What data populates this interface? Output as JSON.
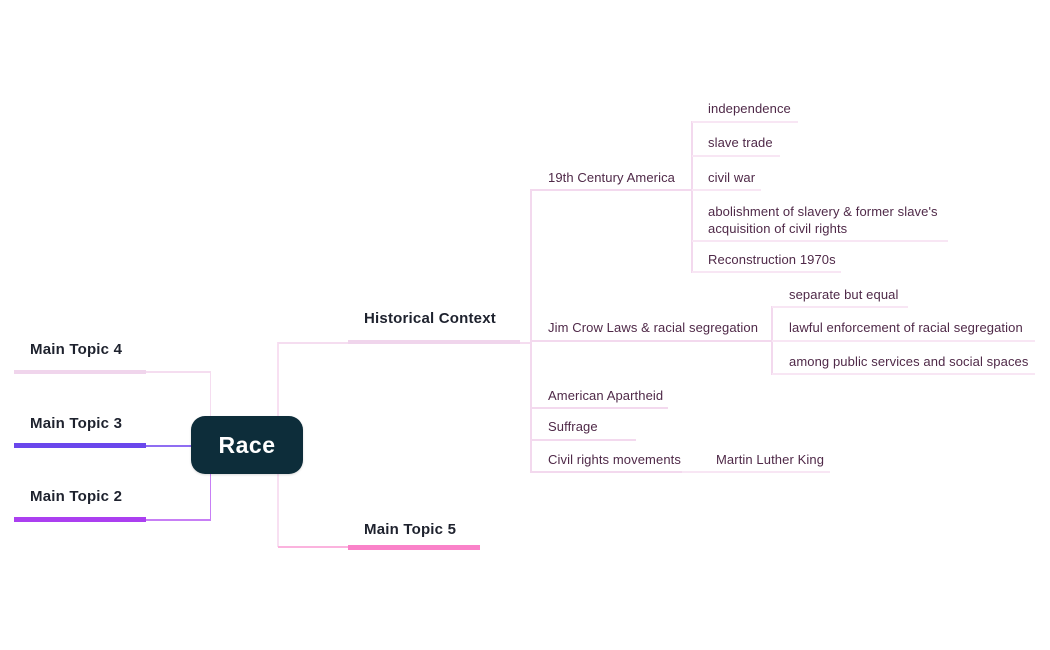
{
  "tree": {
    "label": "Race",
    "children": [
      {
        "label": "Historical Context",
        "children": [
          {
            "label": "19th Century America",
            "children": [
              {
                "label": "independence"
              },
              {
                "label": "slave trade"
              },
              {
                "label": "civil war"
              },
              {
                "label": "abolishment of slavery & former slave's acquisition of civil rights"
              },
              {
                "label": "Reconstruction 1970s"
              }
            ]
          },
          {
            "label": "Jim Crow Laws & racial segregation",
            "children": [
              {
                "label": "separate but equal"
              },
              {
                "label": "lawful enforcement of racial segregation"
              },
              {
                "label": "among public services and social spaces"
              }
            ]
          },
          {
            "label": "American Apartheid"
          },
          {
            "label": "Suffrage"
          },
          {
            "label": "Civil rights movements",
            "children": [
              {
                "label": "Martin Luther King"
              }
            ]
          }
        ]
      },
      {
        "label": "Main Topic 5"
      },
      {
        "label": "Main Topic 4"
      },
      {
        "label": "Main Topic 3"
      },
      {
        "label": "Main Topic 2"
      }
    ]
  },
  "colors": {
    "root_bg": "#0d2d3a",
    "root_text": "#ffffff",
    "topic_text": "#1e222e",
    "subtopic_text": "#4f2948",
    "pink_bar": "#f0d5ec",
    "pink_line": "#f5ddf0",
    "sub_line": "#f3d9ee",
    "leaf_line": "#f8e6f4",
    "violet_bar": "#6a47ec",
    "violet_line": "#8f6df2",
    "purple_bar": "#ab3ff0",
    "purple_line": "#c77ff5",
    "hotpink_bar": "#fa82c9",
    "hotpink_line": "#fbb3de",
    "spine_line": "#f8e0f2"
  }
}
